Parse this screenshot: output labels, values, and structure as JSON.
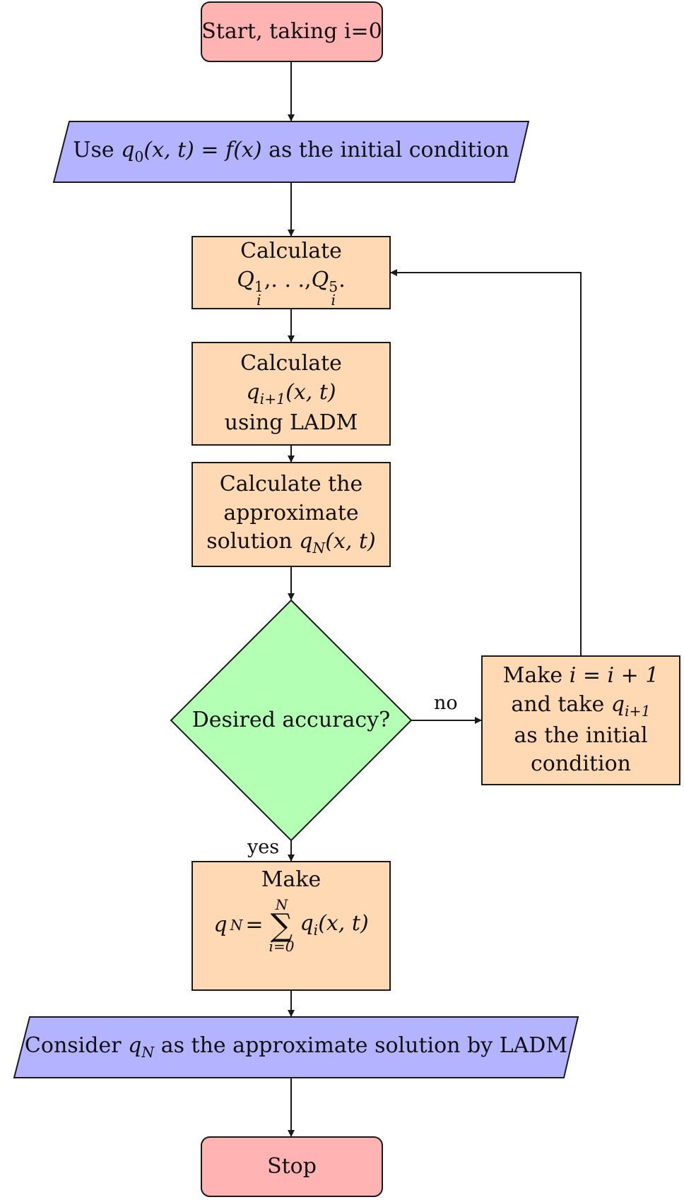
{
  "nodes": {
    "start": {
      "text": "Start, taking i=0"
    },
    "init": {
      "prefix": "Use ",
      "q": "q",
      "q_sub": "0",
      "args": "(x, t)",
      "eq": " = ",
      "f": "f",
      "f_args": "(x)",
      "suffix": " as the initial condition"
    },
    "calc_q": {
      "line1": "Calculate",
      "Q1": "Q",
      "Q1_sup": "1",
      "Q1_sub": "i",
      "dots": ",. . .,",
      "Q5": "Q",
      "Q5_sup": "5",
      "Q5_sub": "i",
      "end": "."
    },
    "calc_next": {
      "line1": "Calculate",
      "q": "q",
      "q_sub": "i+1",
      "args": "(x, t)",
      "line3": "using LADM"
    },
    "approx": {
      "line1": "Calculate the",
      "line2": "approximate",
      "line3_prefix": "solution ",
      "q": "q",
      "q_sub": "N",
      "args": "(x, t)"
    },
    "decision": {
      "text": "Desired accuracy?"
    },
    "increment": {
      "line1_prefix": "Make ",
      "line1_math": "i = i + 1",
      "line2_prefix": "and take ",
      "q": "q",
      "q_sub": "i+1",
      "line3": "as the initial",
      "line4": "condition"
    },
    "sum": {
      "line1": "Make",
      "lhs": "q",
      "lhs_sub": "N",
      "eq": " = ",
      "upper": "N",
      "sigma": "∑",
      "lower": "i=0",
      "term": "q",
      "term_sub": "i",
      "args": "(x, t)"
    },
    "consider": {
      "prefix": "Consider ",
      "q": "q",
      "q_sub": "N",
      "suffix": " as the approximate solution by LADM"
    },
    "stop": {
      "text": "Stop"
    }
  },
  "edges": {
    "no_label": "no",
    "yes_label": "yes"
  },
  "colors": {
    "terminal": "#FFB3B3",
    "io": "#B3B3FF",
    "process": "#FFD9B3",
    "decision": "#B3FFB3",
    "stroke": "#1a1a1a"
  }
}
